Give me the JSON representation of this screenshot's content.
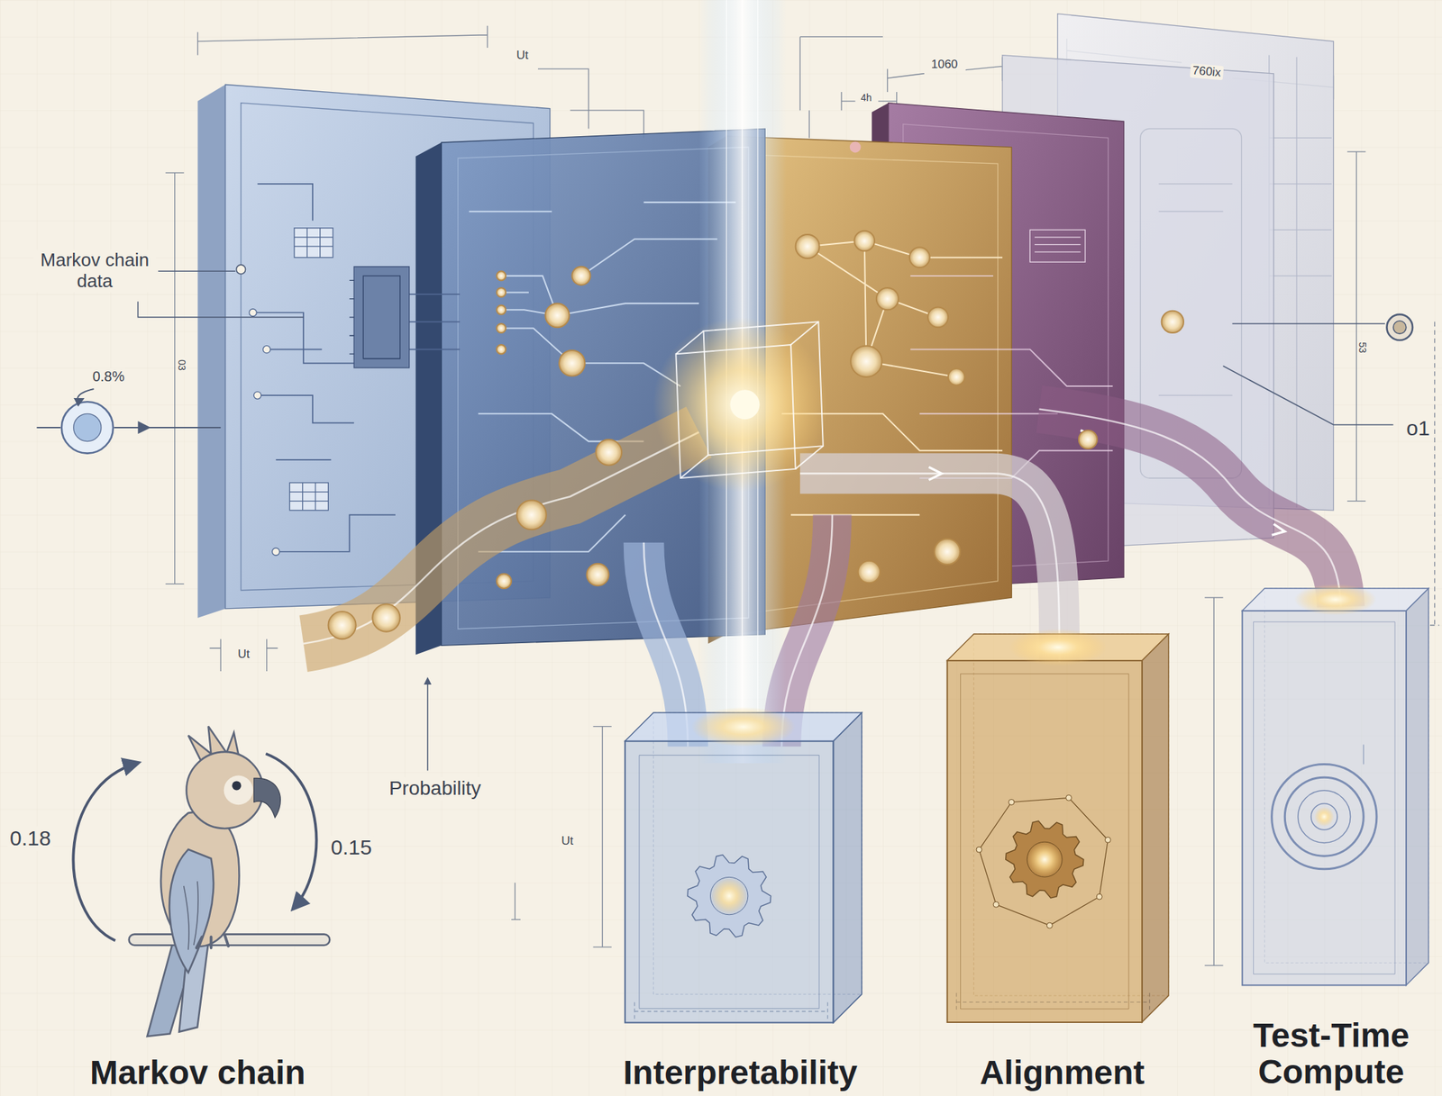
{
  "diagram": {
    "nodes": [
      {
        "text": [
          "Markov chain"
        ]
      },
      {
        "text": [
          "Interpretability"
        ]
      },
      {
        "text": [
          "Alignment"
        ]
      },
      {
        "text": [
          "Test-Time Compute"
        ]
      }
    ],
    "labels": [
      "Ut",
      "1060",
      "760ix",
      "4h",
      "Markov chain data",
      "0.8%",
      "03",
      "53",
      "o1",
      "Ut",
      "Probability",
      "Ut",
      "0.18",
      "0.15"
    ]
  }
}
